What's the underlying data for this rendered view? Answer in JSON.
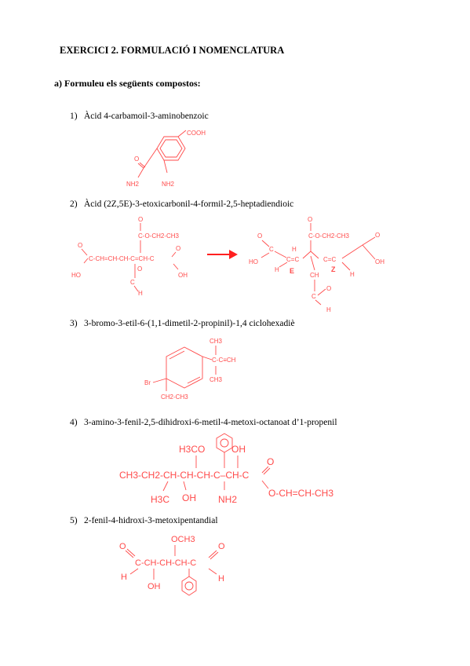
{
  "page": {
    "title": "EXERCICI 2. FORMULACIÓ I NOMENCLATURA",
    "section_a": "a) Formuleu els següents compostos:",
    "accent_color": "#ff4a4a"
  },
  "items": [
    {
      "number": "1)",
      "name": "Àcid 4-carbamoil-3-aminobenzoic",
      "structure": {
        "cooh": "COOH",
        "o": "O",
        "nh2_amide": "NH2",
        "nh2_ring": "NH2"
      }
    },
    {
      "number": "2)",
      "name": "Àcid (2Z,5E)-3-etoxicarbonil-4-formil-2,5-heptadiendioic",
      "structure_left": {
        "o_top": "O",
        "ester": "C-O-CH2-CH3",
        "o_left": "O",
        "chain": "C-CH=CH-CH-C=CH-C",
        "o_right": "O",
        "ho": "HO",
        "oh": "OH",
        "cho_c": "C",
        "cho_o": "O",
        "cho_h": "H"
      },
      "structure_right": {
        "o_top": "O",
        "ester": "C-O-CH2-CH3",
        "o_far_right": "O",
        "oh": "OH",
        "o_left": "O",
        "c_left": "C",
        "ho": "HO",
        "h1": "H",
        "h2": "H",
        "h3": "H",
        "cc_left": "C=C",
        "cc_right": "C=C",
        "e_label": "E",
        "z_label": "Z",
        "ch": "CH",
        "cho_c": "C",
        "cho_o": "O",
        "cho_h": "H"
      }
    },
    {
      "number": "3)",
      "name": "3-bromo-3-etil-6-(1,1-dimetil-2-propinil)-1,4 ciclohexadiè",
      "structure": {
        "ch3_top": "CH3",
        "alkyne": "C-C≡CH",
        "ch3_bottom": "CH3",
        "br": "Br",
        "ethyl": "CH2-CH3"
      }
    },
    {
      "number": "4)",
      "name": "3-amino-3-fenil-2,5-dihidroxi-6-metil-4-metoxi-octanoat d’1-propenil",
      "structure": {
        "h3co": "H3CO",
        "oh_top": "OH",
        "o_carbonyl": "O",
        "chain": "CH3-CH2-CH-CH-CH-C–CH-C",
        "ester": "O-CH=CH-CH3",
        "h3c": "H3C",
        "oh_bottom": "OH",
        "nh2": "NH2"
      }
    },
    {
      "number": "5)",
      "name": "2-fenil-4-hidroxi-3-metoxipentandial",
      "structure": {
        "och3": "OCH3",
        "o_left": "O",
        "o_right": "O",
        "chain": "C-CH-CH-CH-C",
        "h_left": "H",
        "h_right": "H",
        "oh": "OH"
      }
    }
  ]
}
